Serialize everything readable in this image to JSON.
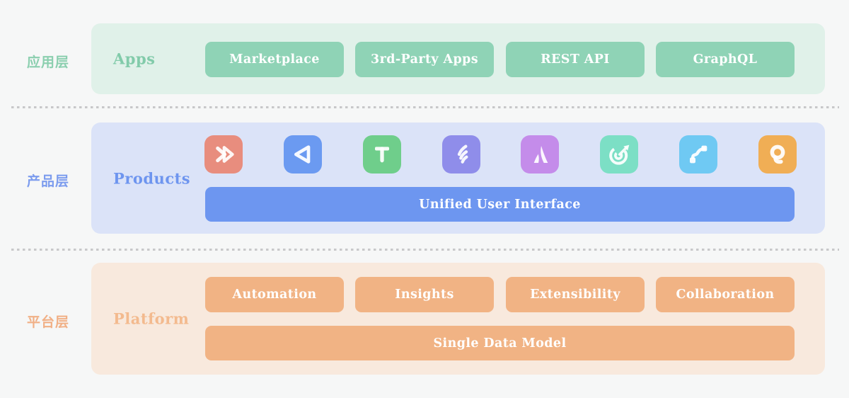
{
  "palette": {
    "page_bg": "#f6f7f7",
    "apps_panel": "#e0f1e9",
    "apps_chip": "#8fd3b6",
    "apps_label": "#82cbaa",
    "products_panel": "#dbe3f8",
    "products_bar": "#6d96f0",
    "products_label": "#6e95ef",
    "platform_panel": "#f8e9dd",
    "platform_chip": "#f1b384",
    "platform_label": "#f3ba8e",
    "divider_dots": "#c8c8ca"
  },
  "layers": [
    {
      "id": "apps",
      "side_label": "应用层",
      "group_label": "Apps",
      "items": [
        "Marketplace",
        "3rd-Party Apps",
        "REST API",
        "GraphQL"
      ]
    },
    {
      "id": "products",
      "side_label": "产品层",
      "group_label": "Products",
      "bar_label": "Unified User Interface",
      "icons": [
        {
          "name": "arrow-chevron-icon",
          "color": "#e88d7e"
        },
        {
          "name": "triangle-outline-icon",
          "color": "#6b9af1"
        },
        {
          "name": "letter-t-icon",
          "color": "#6fce8b"
        },
        {
          "name": "feather-icon",
          "color": "#8f8dea"
        },
        {
          "name": "letter-a-icon",
          "color": "#c48cea"
        },
        {
          "name": "target-dart-icon",
          "color": "#7cdfc5"
        },
        {
          "name": "flow-connector-icon",
          "color": "#6fc9f3"
        },
        {
          "name": "letter-q-icon",
          "color": "#f0ae55"
        }
      ]
    },
    {
      "id": "platform",
      "side_label": "平台层",
      "group_label": "Platform",
      "items": [
        "Automation",
        "Insights",
        "Extensibility",
        "Collaboration"
      ],
      "bar_label": "Single Data Model"
    }
  ]
}
